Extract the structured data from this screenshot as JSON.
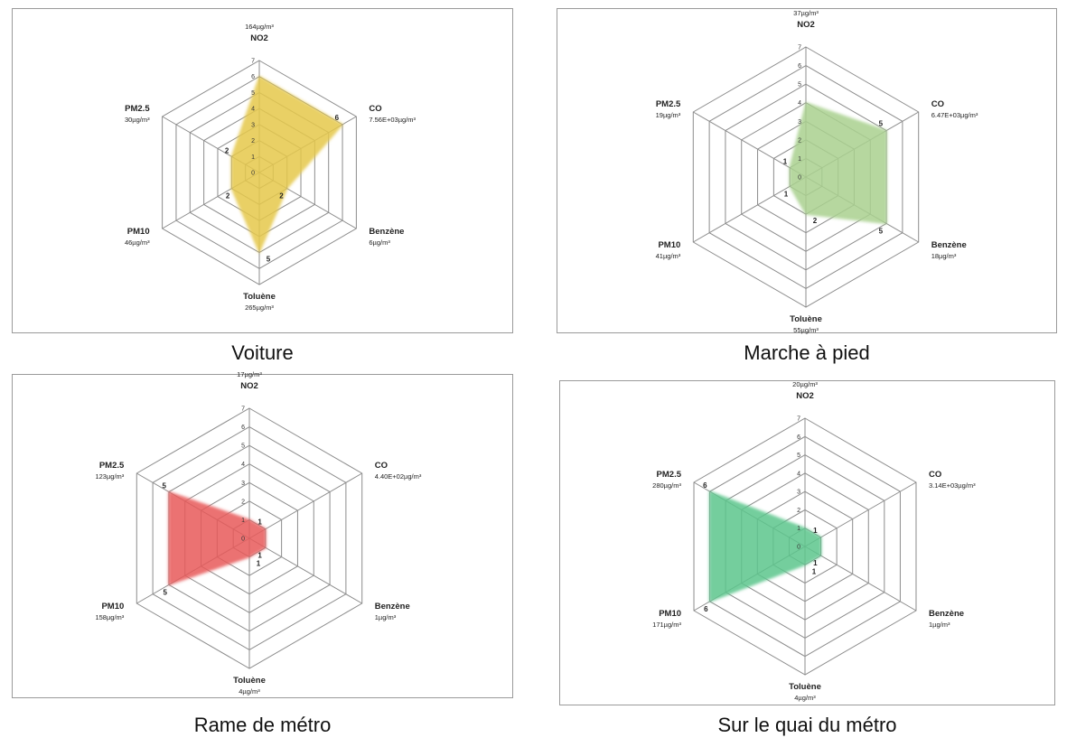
{
  "chart_data": [
    {
      "type": "radar",
      "title": "Voiture",
      "axes": [
        "NO2",
        "CO",
        "Benzène",
        "Toluène",
        "PM10",
        "PM2.5"
      ],
      "axis_units": [
        "164µg/m³",
        "7.56E+03µg/m³",
        "6µg/m³",
        "265µg/m³",
        "46µg/m³",
        "30µg/m³"
      ],
      "ticks": [
        "0",
        "1",
        "2",
        "3",
        "4",
        "5",
        "6",
        "7"
      ],
      "rlim": [
        0,
        7
      ],
      "values": [
        6,
        6,
        2,
        5,
        2,
        2
      ],
      "data_labels": [
        "",
        "6",
        "2",
        "5",
        "2",
        "2"
      ],
      "color": "#e5c84a"
    },
    {
      "type": "radar",
      "title": "Marche à pied",
      "axes": [
        "NO2",
        "CO",
        "Benzène",
        "Toluène",
        "PM10",
        "PM2.5"
      ],
      "axis_units": [
        "37µg/m³",
        "6.47E+03µg/m³",
        "18µg/m³",
        "55µg/m³",
        "41µg/m³",
        "19µg/m³"
      ],
      "ticks": [
        "0",
        "1",
        "2",
        "3",
        "4",
        "5",
        "6",
        "7"
      ],
      "rlim": [
        0,
        7
      ],
      "values": [
        4,
        5,
        5,
        2,
        1,
        1
      ],
      "data_labels": [
        "",
        "5",
        "5",
        "2",
        "1",
        "1"
      ],
      "color": "#a9d08e"
    },
    {
      "type": "radar",
      "title": "Rame de métro",
      "axes": [
        "NO2",
        "CO",
        "Benzène",
        "Toluène",
        "PM10",
        "PM2.5"
      ],
      "axis_units": [
        "17µg/m³",
        "4.40E+02µg/m³",
        "1µg/m³",
        "4µg/m³",
        "158µg/m³",
        "123µg/m³"
      ],
      "ticks": [
        "0",
        "1",
        "2",
        "3",
        "4",
        "5",
        "6",
        "7"
      ],
      "rlim": [
        0,
        7
      ],
      "values": [
        1,
        1,
        1,
        1,
        5,
        5
      ],
      "data_labels": [
        "",
        "1",
        "1",
        "1",
        "5",
        "5"
      ],
      "color": "#e85b5b"
    },
    {
      "type": "radar",
      "title": "Sur le quai du métro",
      "axes": [
        "NO2",
        "CO",
        "Benzène",
        "Toluène",
        "PM10",
        "PM2.5"
      ],
      "axis_units": [
        "20µg/m³",
        "3.14E+03µg/m³",
        "1µg/m³",
        "4µg/m³",
        "171µg/m³",
        "280µg/m³"
      ],
      "ticks": [
        "0",
        "1",
        "2",
        "3",
        "4",
        "5",
        "6",
        "7"
      ],
      "rlim": [
        0,
        7
      ],
      "values": [
        1,
        1,
        1,
        1,
        6,
        6
      ],
      "data_labels": [
        "",
        "1",
        "1",
        "1",
        "6",
        "6"
      ],
      "color": "#5cc58c"
    }
  ],
  "captions": [
    "Voiture",
    "Marche à pied",
    "Rame de métro",
    "Sur le quai du métro"
  ]
}
